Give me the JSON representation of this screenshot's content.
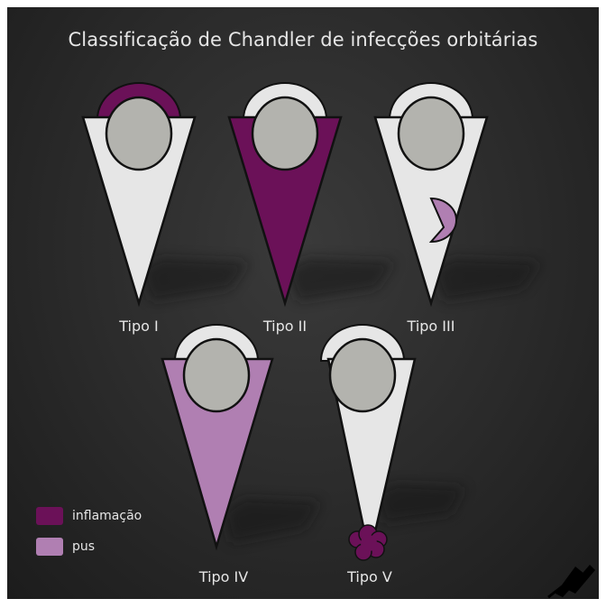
{
  "title": "Classificação de Chandler de infecções orbitárias",
  "colors": {
    "background": "#2a2a2a",
    "inflammation": "#6b1158",
    "pus": "#b07fb2",
    "orbit_fill": "#e6e6e6",
    "globe_fill": "#b3b3ae",
    "outline": "#111111"
  },
  "types": [
    {
      "label": "Tipo I"
    },
    {
      "label": "Tipo II"
    },
    {
      "label": "Tipo III"
    },
    {
      "label": "Tipo IV"
    },
    {
      "label": "Tipo V"
    }
  ],
  "legend": [
    {
      "label": "inflamação",
      "color": "#6b1158"
    },
    {
      "label": "pus",
      "color": "#b07fb2"
    }
  ],
  "signature_icon": "signature-icon"
}
